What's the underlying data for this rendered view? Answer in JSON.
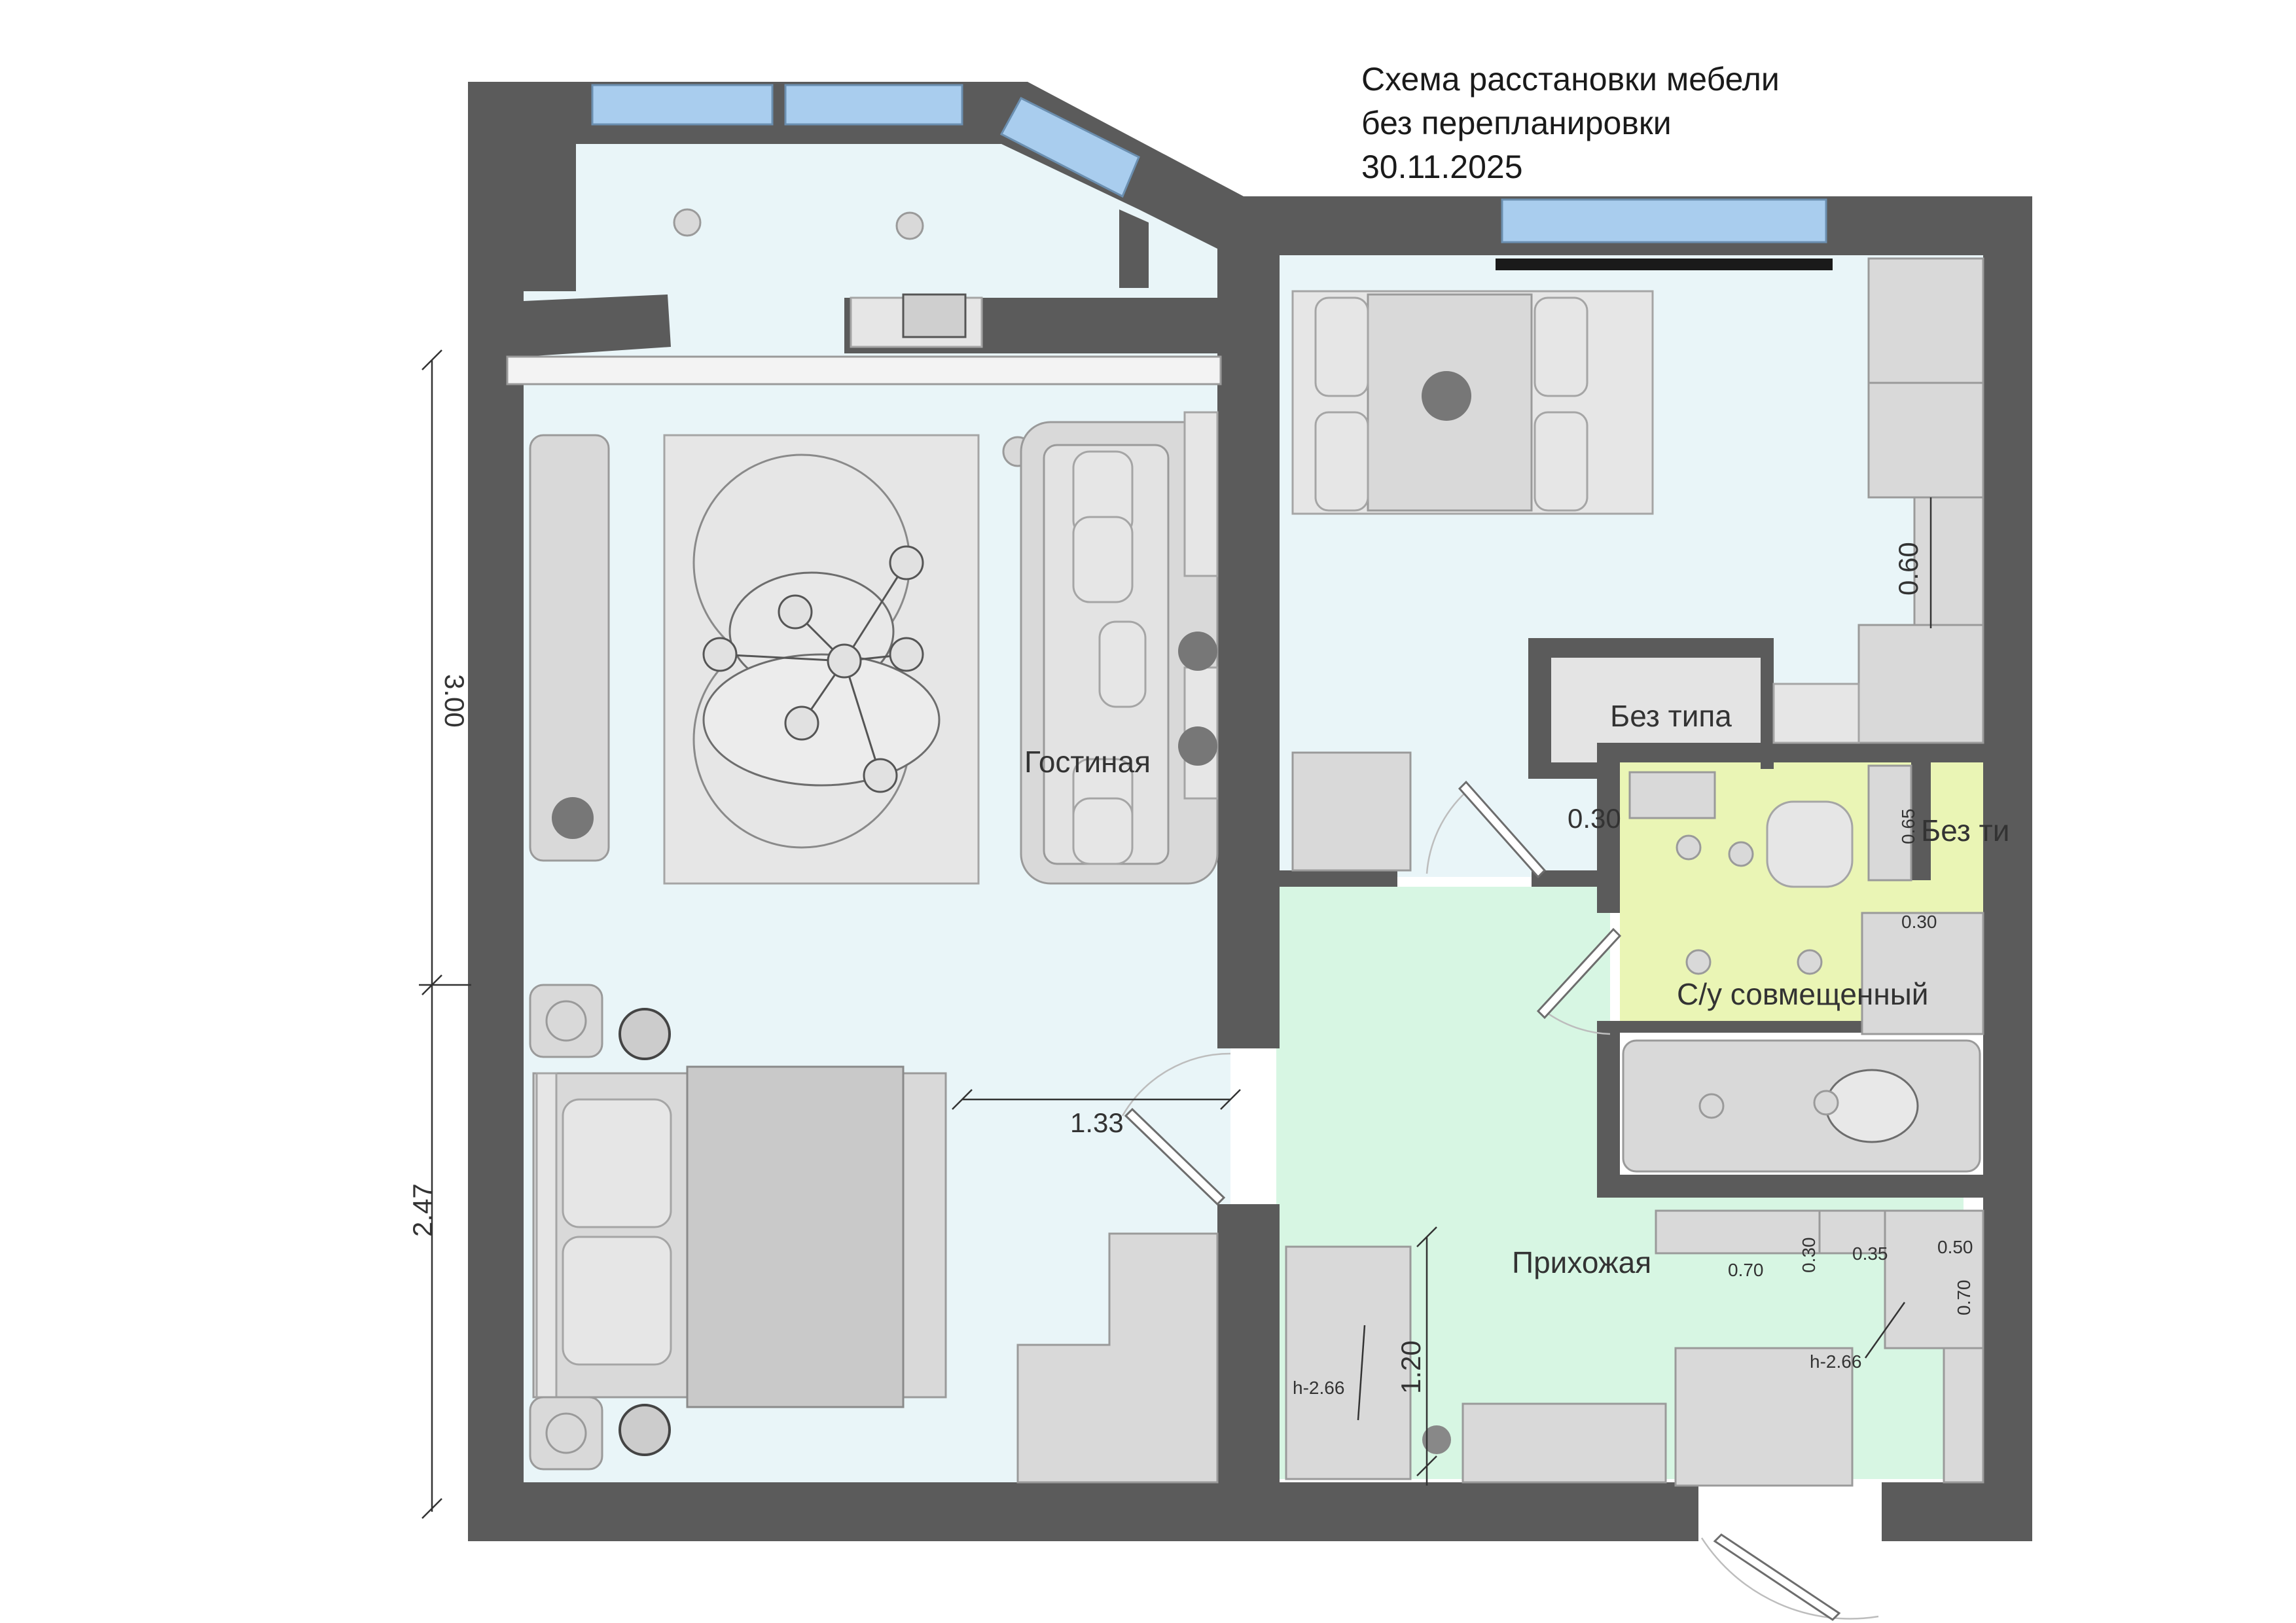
{
  "title": {
    "line1": "Схема расстановки мебели",
    "line2": " без перепланировки",
    "date": "30.11.2025"
  },
  "rooms": {
    "living": "Гостиная",
    "hall": "Прихожая",
    "bathroom": "С/у совмещенный",
    "storage_1": "Без типа",
    "storage_2": "Без ти"
  },
  "dimensions": {
    "left_upper": "3.00",
    "left_lower": "2.47",
    "door_width": "1.33",
    "kitchen_depth": "0.60",
    "storage_gap": "0.30",
    "bath_065": "0.65",
    "bath_030": "0.30",
    "hall_wardrobe_120": "1.20",
    "hall_070": "0.70",
    "hall_030": "0.30",
    "hall_035": "0.35",
    "hall_050": "0.50",
    "hall_070_v": "0.70",
    "height_left": "h-2.66",
    "height_right": "h-2.66"
  },
  "colors": {
    "wall": "#5b5b5b",
    "living_floor": "#e9f5f8",
    "hall_floor": "#d7f6e3",
    "bathroom_floor": "#eaf5b5",
    "window_glass": "#a9cdee",
    "furniture": "#d9d9d9"
  }
}
